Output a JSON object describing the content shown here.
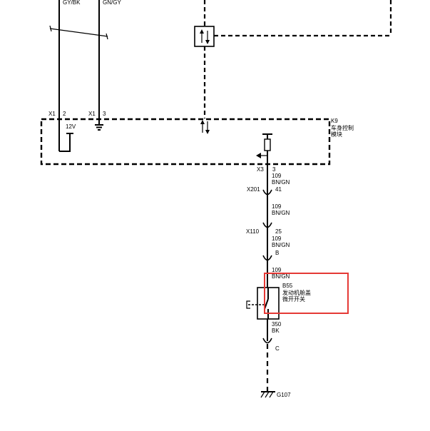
{
  "top_wires": {
    "left_color": "GY/BK",
    "right_color": "GN/GY"
  },
  "module": {
    "id": "K9",
    "name": [
      "车身控制",
      "模块"
    ],
    "pins": [
      {
        "connector": "X1",
        "pin": "2"
      },
      {
        "connector": "X1",
        "pin": "3"
      }
    ],
    "supply_label": "12V",
    "output": {
      "connector": "X3",
      "pin": "3"
    }
  },
  "segments": [
    {
      "gauge": "109",
      "color": "BN/GN"
    },
    {
      "gauge": "109",
      "color": "BN/GN"
    },
    {
      "gauge": "109",
      "color": "BN/GN"
    },
    {
      "gauge": "109",
      "color": "BN/GN"
    },
    {
      "gauge": "350",
      "color": "BK"
    }
  ],
  "connectors": [
    {
      "id": "X201",
      "pin": "41"
    },
    {
      "id": "X110",
      "pin": "25"
    },
    {
      "pin": "B"
    },
    {
      "pin": "C"
    }
  ],
  "switch": {
    "id": "B55",
    "name": [
      "发动机舱盖",
      "微开开关"
    ]
  },
  "ground": {
    "id": "G107"
  },
  "colors": {
    "line": "#000000",
    "highlight": "#e53935"
  }
}
